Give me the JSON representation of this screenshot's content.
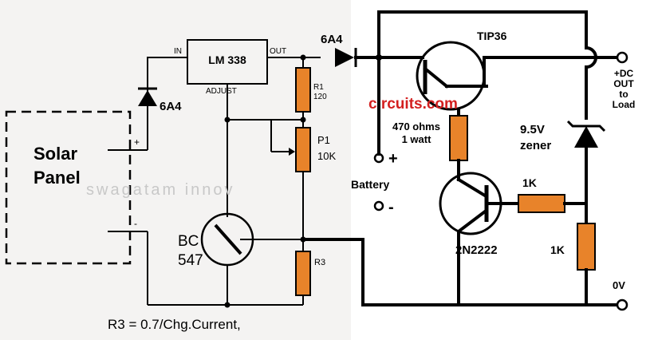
{
  "colors": {
    "left_bg": "#f4f3f2",
    "right_bg": "#ffffff",
    "resistor": "#e8832a",
    "watermark_red": "#d32020",
    "watermark_grey": "#c8c8c8"
  },
  "left": {
    "solar_panel": "Solar\nPanel",
    "panel_plus": "+",
    "panel_minus": "-",
    "diode_in_label": "6A4",
    "regulator_label": "LM 338",
    "reg_in": "IN",
    "reg_out": "OUT",
    "reg_adjust": "ADJUST",
    "r1_label": "R1\n120",
    "p1_label": "P1\n10K",
    "bc_label": "BC\n547",
    "r3_label": "R3",
    "formula": "R3 = 0.7/Chg.Current,",
    "watermark": "swagatam innov"
  },
  "right": {
    "diode_out_label": "6A4",
    "tip_label": "TIP36",
    "website": "circuits.com",
    "r470_label": "470 ohms\n1 watt",
    "battery_label": "Battery",
    "bat_plus": "+",
    "bat_minus": "-",
    "zener_label": "9.5V\nzener",
    "output_label": "+DC\nOUT\nto\nLoad",
    "r1k_h_label": "1K",
    "r1k_v_label": "1K",
    "npn_label": "2N2222",
    "ground_label": "0V"
  }
}
